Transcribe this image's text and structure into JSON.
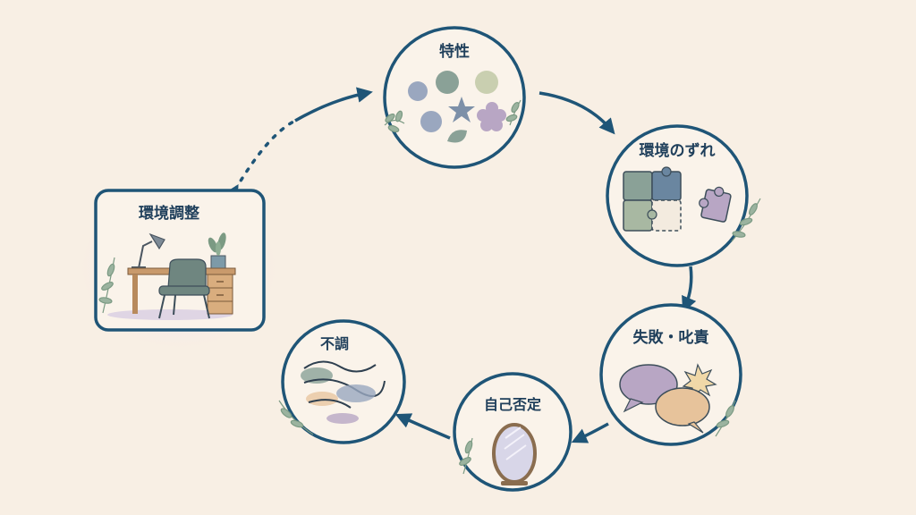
{
  "diagram": {
    "nodes": {
      "traits": {
        "label": "特性"
      },
      "mismatch": {
        "label": "環境のずれ"
      },
      "failure": {
        "label": "失敗・叱責"
      },
      "self_denial": {
        "label": "自己否定"
      },
      "illness": {
        "label": "不調"
      },
      "adjustment": {
        "label": "環境調整"
      }
    },
    "colors": {
      "ring": "#1f5577",
      "text": "#1f3f5b",
      "background": "#f8efe4",
      "sage": "#8aa197",
      "blue_gray": "#9aa7bf",
      "lavender": "#b8a6c4",
      "peach": "#e7c39b",
      "wood": "#c99a6c"
    }
  }
}
